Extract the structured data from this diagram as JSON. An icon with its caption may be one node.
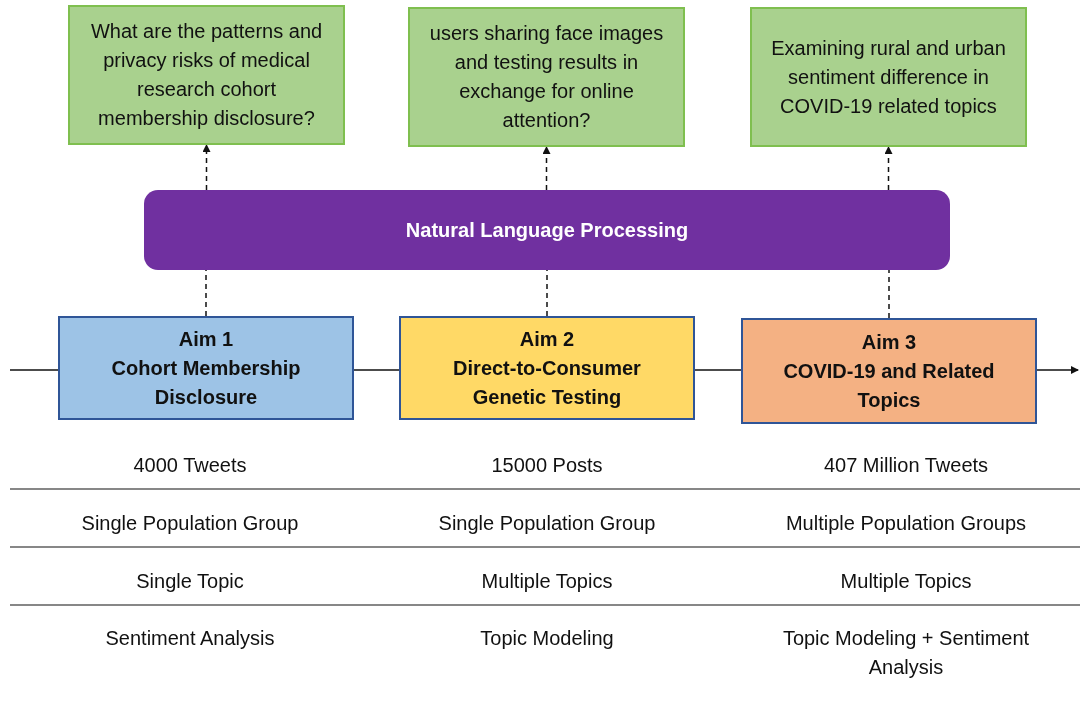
{
  "diagram": {
    "nodes": [
      {
        "text": [
          "What are the patterns and privacy risks of medical research cohort membership disclosure?"
        ]
      },
      {
        "text": [
          "users sharing face images and testing results in exchange for online attention?"
        ]
      },
      {
        "text": [
          "Examining rural and urban sentiment difference in COVID-19 related topics"
        ]
      },
      {
        "text": [
          "Natural Language Processing"
        ]
      },
      {
        "text": [
          "Aim 1",
          "Cohort Membership Disclosure"
        ]
      },
      {
        "text": [
          "Aim 2",
          "Direct-to-Consumer Genetic Testing"
        ]
      },
      {
        "text": [
          "Aim 3",
          "COVID-19 and Related Topics"
        ]
      }
    ],
    "edges": [
      {
        "from": 4,
        "to": 3,
        "arrow": "none",
        "style": "dashed"
      },
      {
        "from": 3,
        "to": 0,
        "arrow": "to",
        "style": "dashed"
      },
      {
        "from": 5,
        "to": 3,
        "arrow": "none",
        "style": "dashed"
      },
      {
        "from": 3,
        "to": 1,
        "arrow": "to",
        "style": "dashed"
      },
      {
        "from": 6,
        "to": 3,
        "arrow": "none",
        "style": "dashed"
      },
      {
        "from": 3,
        "to": 2,
        "arrow": "to",
        "style": "dashed"
      },
      {
        "from": null,
        "to": 4,
        "arrow": "none"
      },
      {
        "from": 4,
        "to": 5,
        "arrow": "none"
      },
      {
        "from": 5,
        "to": 6,
        "arrow": "none"
      },
      {
        "from": 6,
        "to": null,
        "arrow": "to"
      }
    ],
    "labels": [
      "4000 Tweets",
      "15000 Posts",
      "407 Million Tweets",
      "Single Population Group",
      "Single Population Group",
      "Multiple Population Groups",
      "Single Topic",
      "Multiple Topics",
      "Multiple Topics",
      "Sentiment Analysis",
      "Topic Modeling",
      "Topic Modeling + Sentiment Analysis"
    ]
  }
}
